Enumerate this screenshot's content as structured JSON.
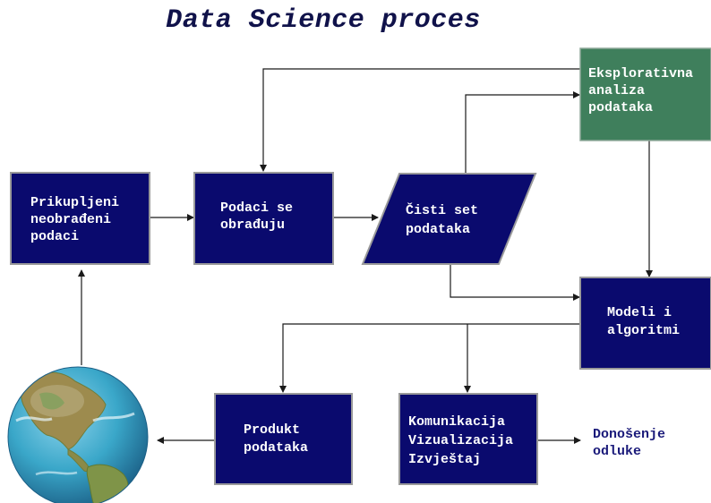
{
  "title": "Data Science proces",
  "nodes": {
    "raw_data": {
      "lines": [
        "Prikupljeni",
        "neobrađeni",
        "podaci"
      ]
    },
    "processing": {
      "lines": [
        "Podaci se",
        "obrađuju"
      ]
    },
    "clean_set": {
      "lines": [
        "Čisti set",
        "podataka"
      ]
    },
    "eda": {
      "lines": [
        "Eksplorativna",
        "analiza",
        "podataka"
      ]
    },
    "models": {
      "lines": [
        "Modeli i",
        "algoritmi"
      ]
    },
    "data_product": {
      "lines": [
        "Produkt",
        "podataka"
      ]
    },
    "communication": {
      "lines": [
        "Komunikacija",
        "Vizualizacija",
        "Izvještaj"
      ]
    },
    "decision": {
      "lines": [
        "Donošenje",
        "odluke"
      ]
    }
  },
  "icons": {
    "globe": "globe-icon"
  },
  "colors": {
    "box_fill": "#0a0a6e",
    "box_border": "#9a9a9a",
    "eda_fill": "#3f7f5c",
    "title": "#10124a",
    "decision_text": "#1a1a7a"
  }
}
